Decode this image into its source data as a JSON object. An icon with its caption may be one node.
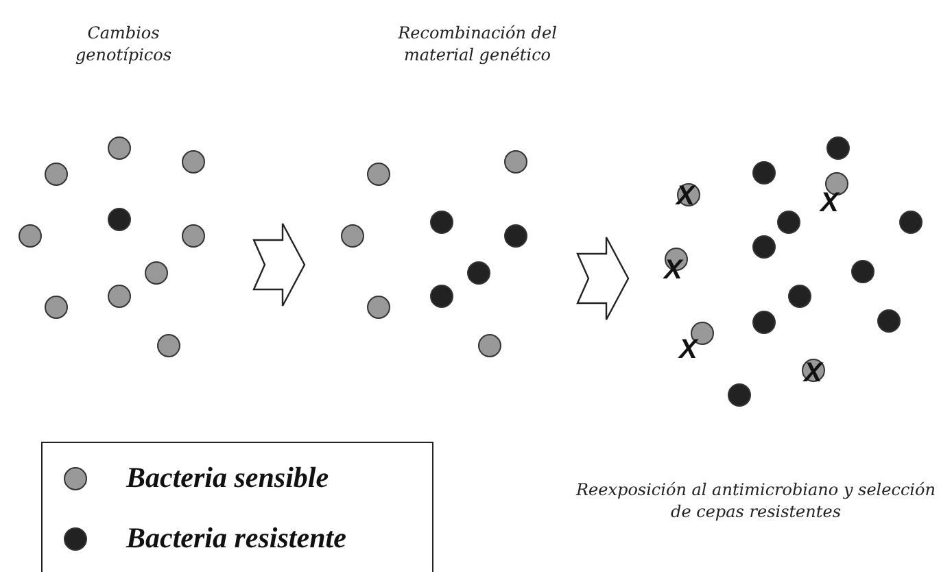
{
  "diagram": {
    "labels": [
      "Cambios genotípicos",
      "Recombinación del material genético",
      "X",
      "X",
      "X",
      "X",
      "X",
      "Reexposición al antimicrobiano y selección de cepas resistentes"
    ],
    "legend": [
      {
        "text": "Bacteria sensible",
        "color": "#999999"
      },
      {
        "text": "Bacteria resistente",
        "color": "#222222"
      }
    ]
  }
}
